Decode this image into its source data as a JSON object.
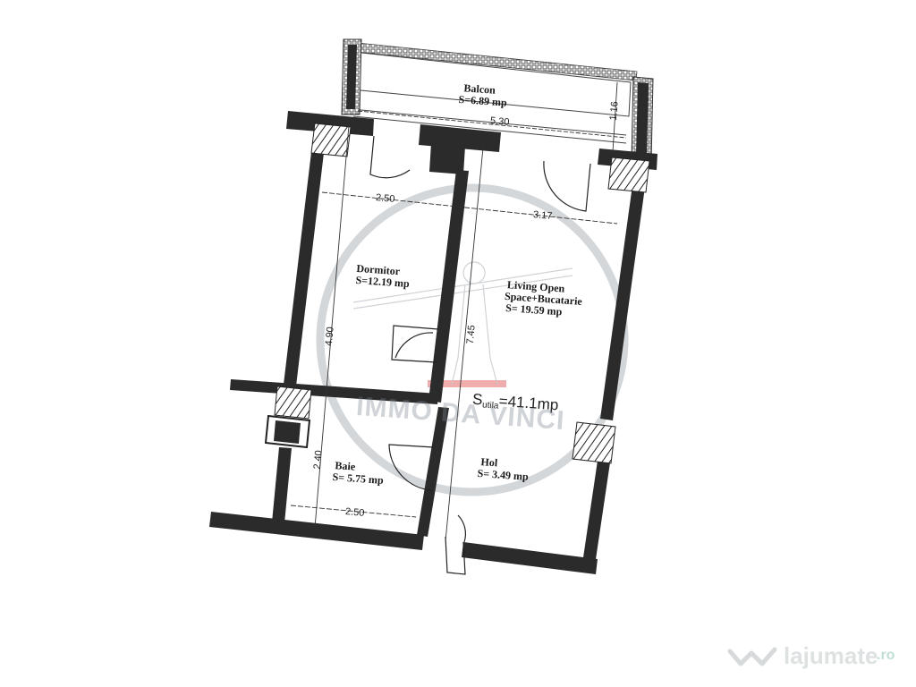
{
  "floor_plan": {
    "rooms": [
      {
        "name": "Balcon",
        "area": "S=6.89 mp"
      },
      {
        "name": "Dormitor",
        "area": "S=12.19 mp"
      },
      {
        "name_line1": "Living Open",
        "name_line2": "Space+Bucatarie",
        "area": "S= 19.59 mp"
      },
      {
        "name": "Baie",
        "area": "S= 5.75 mp"
      },
      {
        "name": "Hol",
        "area": "S= 3.49 mp"
      }
    ],
    "dimensions": {
      "balcony_width": "5.30",
      "balcony_depth": "1.16",
      "bedroom_width": "2.50",
      "living_width": "3.17",
      "bedroom_length": "4.90",
      "living_length": "7.45",
      "bath_length": "2.40",
      "bath_width": "2.50"
    },
    "total_area": {
      "prefix": "S",
      "subscript": "utila",
      "value": "=41.1mp"
    }
  },
  "watermarks": {
    "agency": "IMMO DA VINCI",
    "site": "lajumate",
    "site_suffix": ".ro"
  },
  "colors": {
    "wall": "#2b2b2b",
    "watermark_ring": "#c9cdd1",
    "watermark_red": "#e88a8a",
    "background": "#ffffff"
  }
}
